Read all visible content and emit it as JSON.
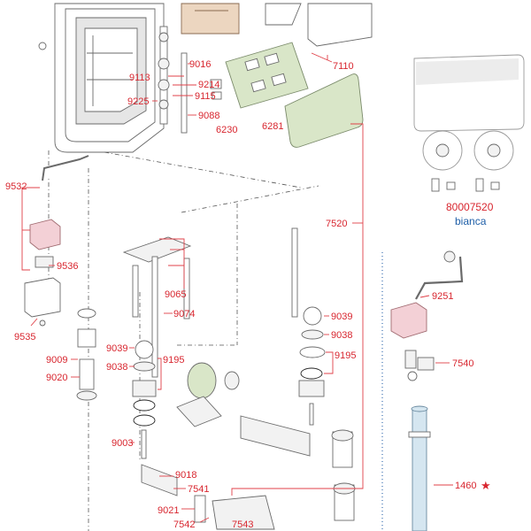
{
  "labels": {
    "p9016": "9016",
    "p9113": "9113",
    "p9214": "9214",
    "p9115": "9115",
    "p9225": "9225",
    "p9088": "9088",
    "p6230": "6230",
    "p6281": "6281",
    "p7110": "7110",
    "p9532": "9532",
    "p9536": "9536",
    "p9535": "9535",
    "p7520": "7520",
    "p9065": "9065",
    "p9074": "9074",
    "p9039a": "9039",
    "p9038a": "9038",
    "p9195a": "9195",
    "p9009": "9009",
    "p9020": "9020",
    "p9039b": "9039",
    "p9038b": "9038",
    "p9195b": "9195",
    "p9003": "9003",
    "p9018": "9018",
    "p7541": "7541",
    "p9021": "9021",
    "p7542": "7542",
    "p7543": "7543",
    "p9251": "9251",
    "p7540": "7540",
    "p1460": "1460"
  },
  "product": {
    "code": "80007520",
    "color_name": "bianca"
  },
  "star": "★",
  "colors": {
    "label_red": "#d8262f",
    "label_blue": "#1f5fa8",
    "leader": "#e04048"
  }
}
